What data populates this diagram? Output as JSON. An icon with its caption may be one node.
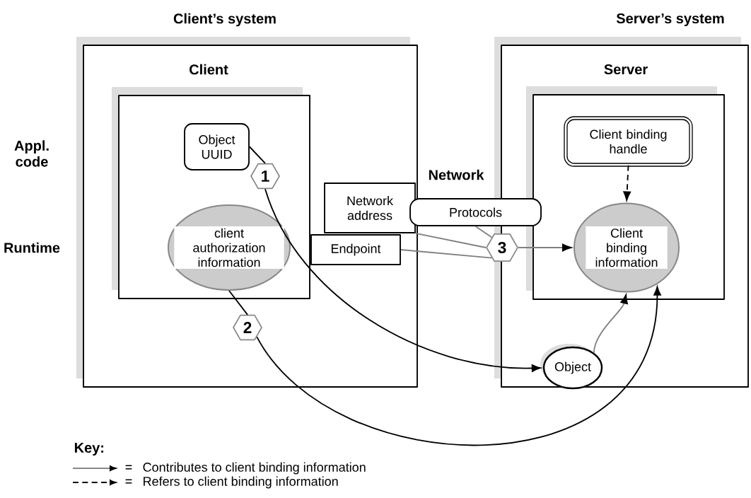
{
  "diagram": {
    "nodes": [
      {
        "text": [
          "Client’s system",
          "Client"
        ]
      },
      {
        "text": [],
        "shape": "box",
        "in": 0
      },
      {
        "text": [
          "Object UUID"
        ],
        "in": 1
      },
      {
        "text": [
          "1"
        ],
        "in": 1
      },
      {
        "text": [
          "client authorization information"
        ],
        "in": 1
      },
      {
        "text": [
          "2"
        ],
        "in": 0
      },
      {
        "text": [
          "Network address"
        ],
        "in": 0
      },
      {
        "text": [
          "Endpoint"
        ],
        "in": 0
      },
      {
        "text": [
          "Protocols"
        ]
      },
      {
        "text": [
          "3"
        ]
      },
      {
        "text": [
          "Server’s system",
          "Server"
        ]
      },
      {
        "text": [],
        "shape": "box",
        "in": 10
      },
      {
        "text": [
          "Client binding handle"
        ],
        "in": 11
      },
      {
        "text": [
          "Client binding information"
        ],
        "in": 11
      },
      {
        "text": [
          "Object"
        ],
        "in": 10
      }
    ],
    "edges": [
      {
        "from": 2,
        "to": 3,
        "arrow": "none"
      },
      {
        "from": 3,
        "to": 14,
        "arrow": "to"
      },
      {
        "from": 4,
        "to": 5,
        "arrow": "none"
      },
      {
        "from": 5,
        "to": 13,
        "arrow": "to"
      },
      {
        "from": 6,
        "to": 9,
        "arrow": "none",
        "color": "#808080"
      },
      {
        "from": 8,
        "to": 9,
        "arrow": "none",
        "color": "#808080"
      },
      {
        "from": 7,
        "to": 9,
        "arrow": "none",
        "color": "#808080"
      },
      {
        "from": 9,
        "to": 13,
        "arrow": "to",
        "color": "#808080"
      },
      {
        "from": 12,
        "to": 13,
        "arrow": "to",
        "style": "dashed"
      },
      {
        "from": 14,
        "to": 13,
        "arrow": "to",
        "color": "#808080"
      }
    ],
    "labels": [
      "Appl. code",
      "Runtime",
      "Network",
      "Key:",
      "=",
      "="
    ],
    "legend": [
      {
        "text": "Contributes to client binding information"
      },
      {
        "text": "Refers to client binding information"
      }
    ]
  }
}
